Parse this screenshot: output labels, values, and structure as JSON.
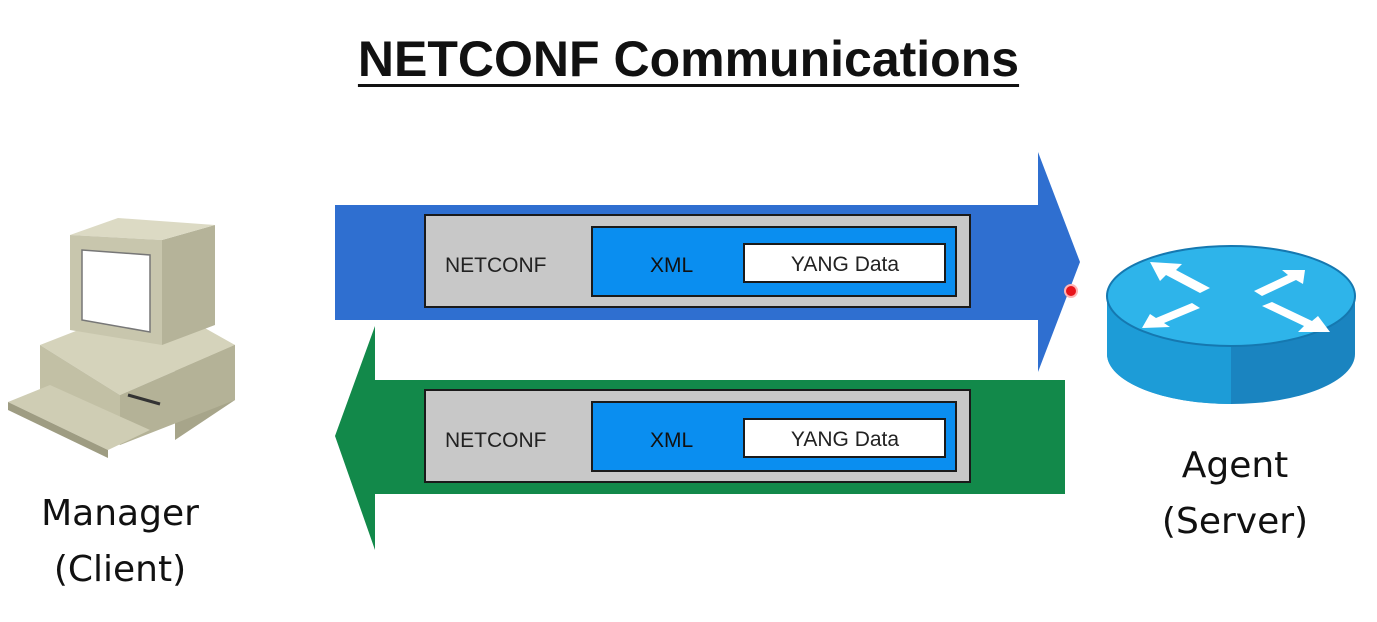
{
  "title": "NETCONF Communications",
  "manager": {
    "name": "Manager",
    "role": "(Client)",
    "icon": "desktop-computer-icon"
  },
  "agent": {
    "name": "Agent",
    "role": "(Server)",
    "icon": "router-icon"
  },
  "request_arrow": {
    "direction": "manager-to-agent",
    "color": "#2f6fd0",
    "layers": {
      "outer": "NETCONF",
      "middle": "XML",
      "inner": "YANG Data"
    }
  },
  "reply_arrow": {
    "direction": "agent-to-manager",
    "color": "#12894a",
    "layers": {
      "outer": "NETCONF",
      "middle": "XML",
      "inner": "YANG Data"
    }
  },
  "colors": {
    "netconf_layer": "#c8c8c8",
    "xml_layer": "#0a8ef0",
    "yang_layer": "#ffffff",
    "router_body": "#1a9bd8",
    "router_top": "#7fd0f5"
  }
}
